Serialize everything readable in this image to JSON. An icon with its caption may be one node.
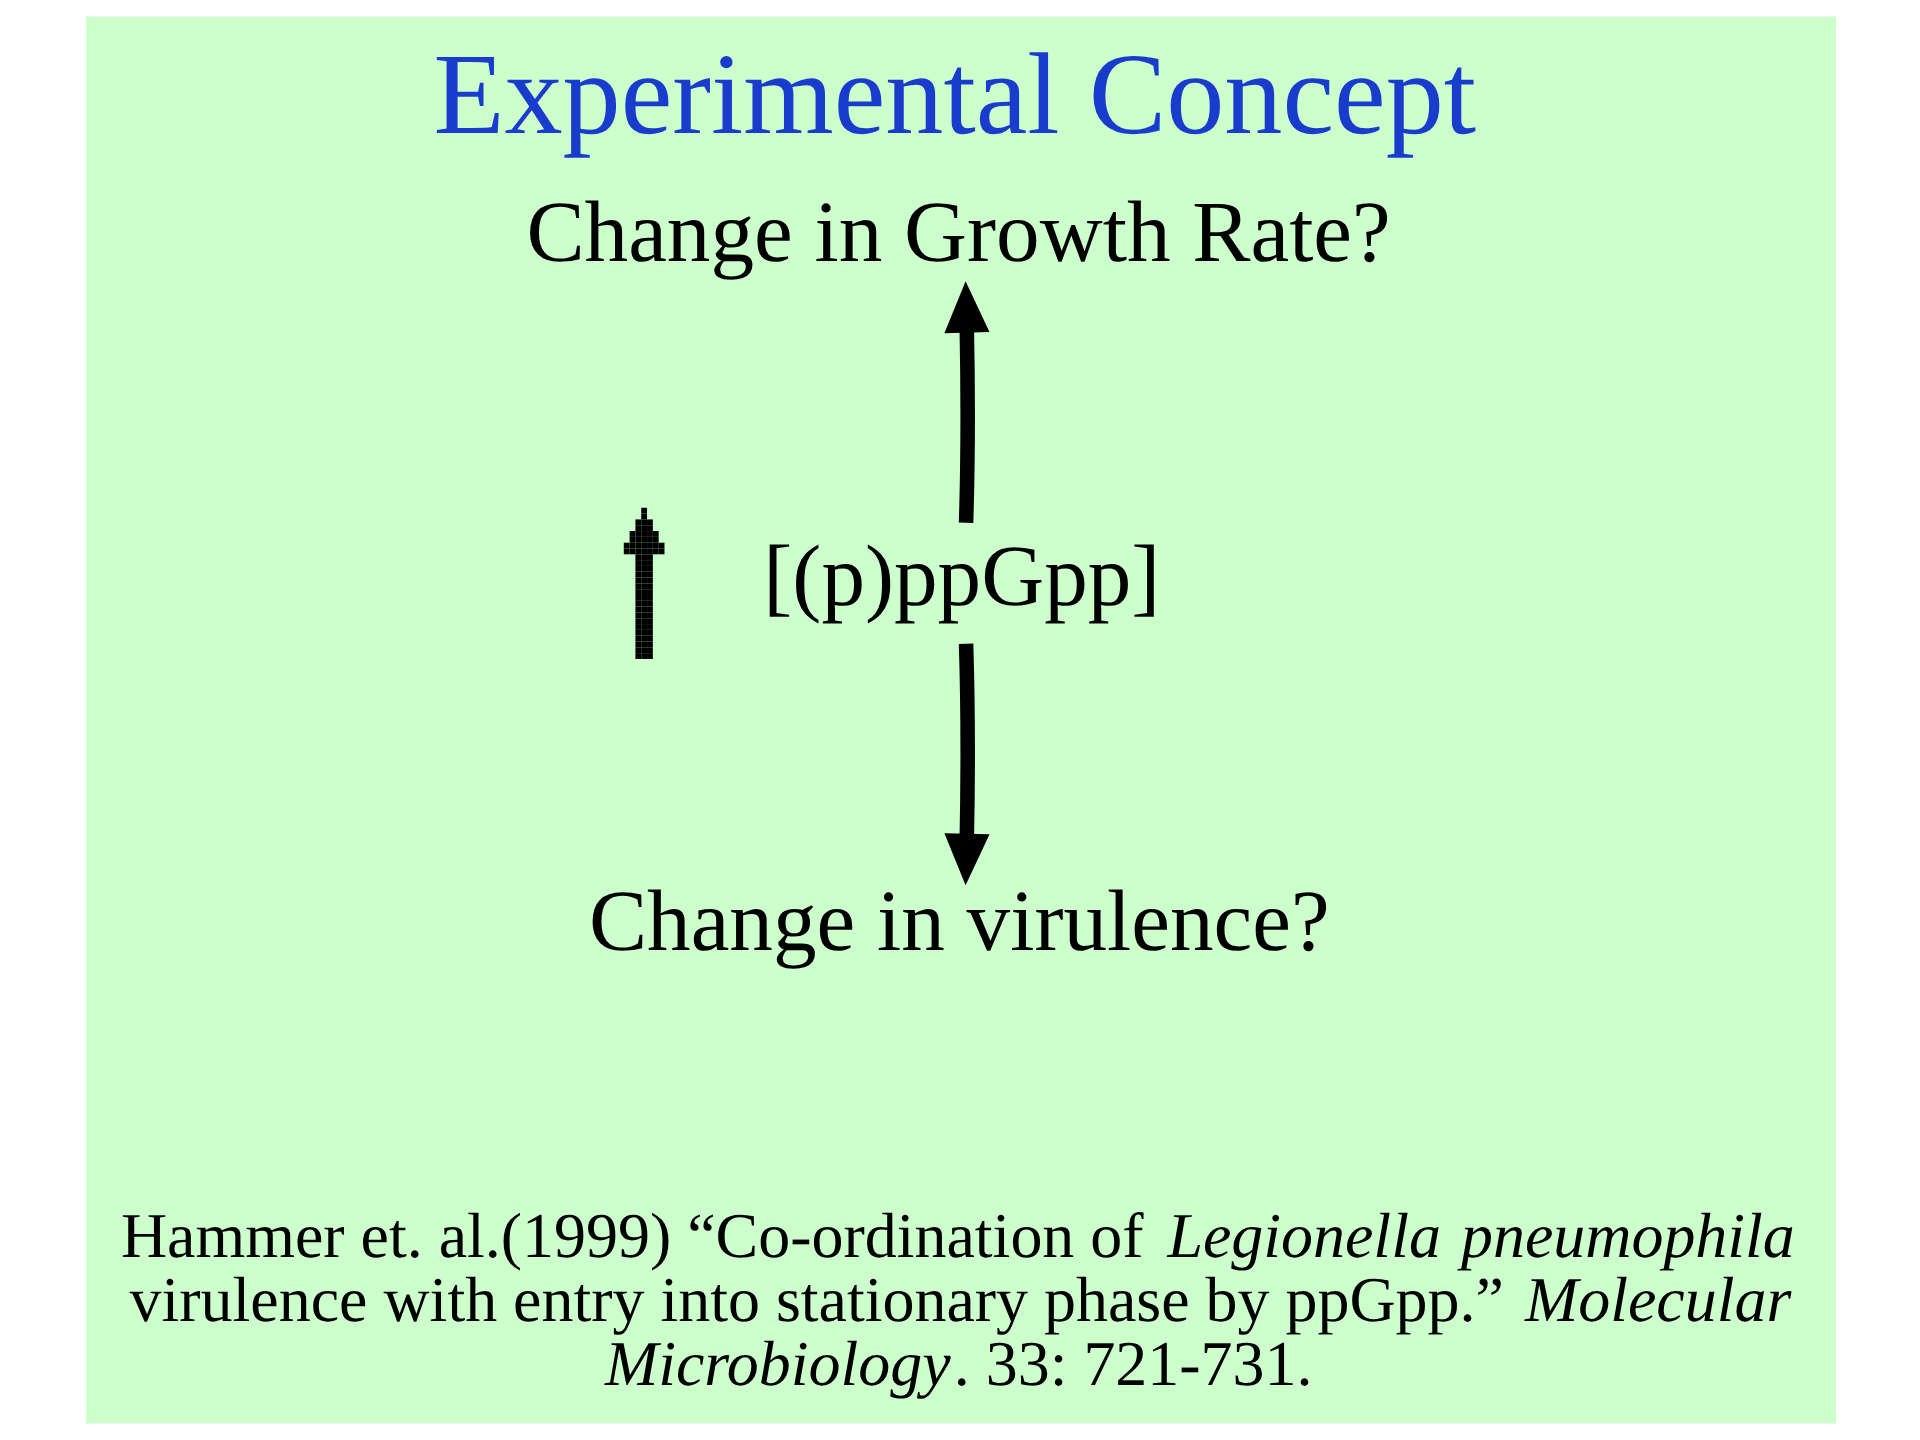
{
  "diagram": {
    "title": "Experimental Concept",
    "nodes": [
      {
        "text": [
          "Change in Growth Rate?"
        ]
      },
      {
        "text": [],
        "shape": "arrow"
      },
      {
        "text": [
          "[(p)ppGpp]"
        ]
      },
      {
        "text": [
          "Change in virulence?"
        ]
      }
    ],
    "edges": [
      {
        "from": 2,
        "to": 0,
        "arrow": "to"
      },
      {
        "from": 2,
        "to": 3,
        "arrow": "to"
      }
    ],
    "caption": "Hammer et. al.(1999) “Co-ordination of *Legionella pneumophila* virulence with entry into stationary phase by ppGpp.” *Molecular Microbiology*. 33: 721-731."
  }
}
